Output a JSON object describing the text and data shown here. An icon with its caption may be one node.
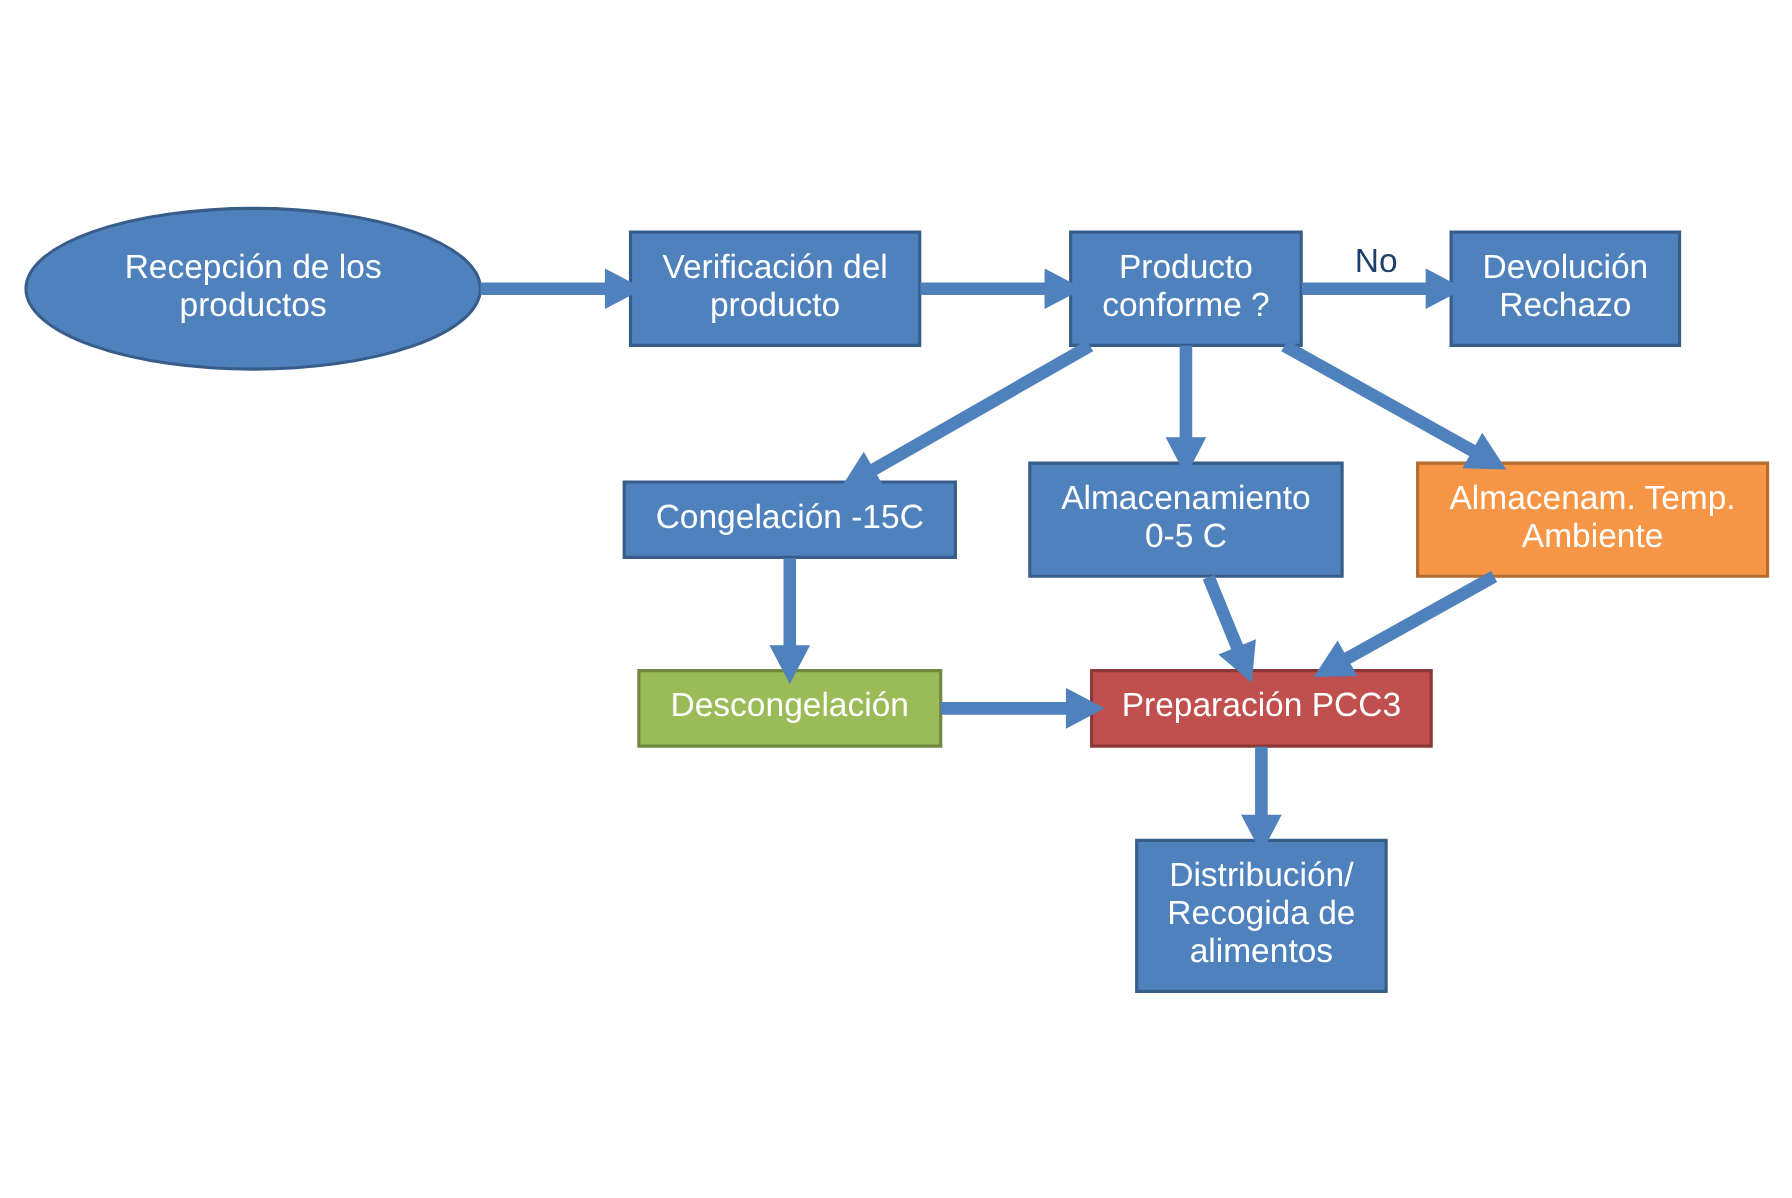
{
  "diagram": {
    "nodes": [
      {
        "text": [
          "Recepción de los productos"
        ]
      },
      {
        "text": [
          "Verificación del producto"
        ]
      },
      {
        "text": [
          "Producto conforme ?"
        ]
      },
      {
        "text": [
          "Devolución Rechazo"
        ]
      },
      {
        "text": [
          "Congelación -15C"
        ]
      },
      {
        "text": [
          "Almacenamiento 0-5 C"
        ]
      },
      {
        "text": [
          "Almacenam. Temp. Ambiente"
        ]
      },
      {
        "text": [
          "Descongelación"
        ]
      },
      {
        "text": [
          "Preparación PCC3"
        ]
      },
      {
        "text": [
          "Distribución/ Recogida de alimentos"
        ]
      }
    ],
    "edges": [
      {
        "from": 0,
        "to": 1,
        "arrow": "to"
      },
      {
        "from": 1,
        "to": 2,
        "arrow": "to"
      },
      {
        "from": 2,
        "to": 3,
        "label": "No",
        "arrow": "to"
      },
      {
        "from": 2,
        "to": 4,
        "arrow": "to"
      },
      {
        "from": 2,
        "to": 5,
        "arrow": "to"
      },
      {
        "from": 2,
        "to": 6,
        "arrow": "to"
      },
      {
        "from": 4,
        "to": 7,
        "arrow": "to"
      },
      {
        "from": 7,
        "to": 8,
        "arrow": "to"
      },
      {
        "from": 5,
        "to": 8,
        "arrow": "to"
      },
      {
        "from": 6,
        "to": 8,
        "arrow": "to"
      },
      {
        "from": 8,
        "to": 9,
        "arrow": "to"
      }
    ]
  }
}
